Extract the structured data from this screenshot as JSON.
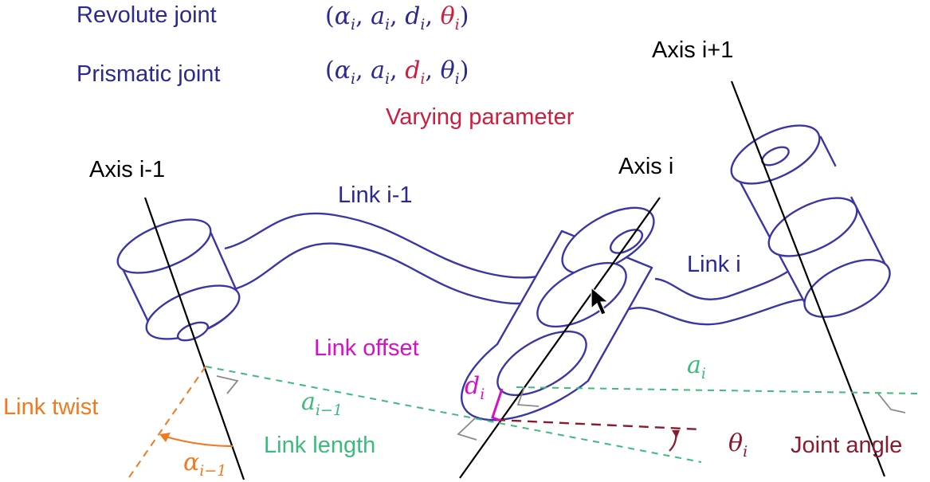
{
  "legend": {
    "revolute_label": "Revolute joint",
    "prismatic_label": "Prismatic joint",
    "params_open": "(",
    "params_close": ")",
    "comma": ", ",
    "alpha": "α",
    "a": "a",
    "d": "d",
    "theta": "θ",
    "sub_i": "i",
    "varying_label": "Varying parameter"
  },
  "labels": {
    "axis_prev": "Axis i-1",
    "axis_curr": "Axis i",
    "axis_next": "Axis i+1",
    "link_prev": "Link i-1",
    "link_curr": "Link i",
    "link_offset": "Link offset",
    "link_twist": "Link twist",
    "link_length": "Link length",
    "joint_angle": "Joint angle"
  },
  "symbols": {
    "d_i": {
      "base": "d",
      "sub": "i"
    },
    "a_i": {
      "base": "a",
      "sub": "i"
    },
    "a_prev": {
      "base": "a",
      "sub": "i−1"
    },
    "alpha_prev": {
      "base": "α",
      "sub": "i−1"
    },
    "theta_i": {
      "base": "θ",
      "sub": "i"
    }
  },
  "colors": {
    "navy": "#2c2a8e",
    "red": "#cc1f3f",
    "magenta": "#d60fc8",
    "orange": "#f07a20",
    "green": "#3cbc7c",
    "dark_red": "#8a1a2e",
    "structure": "#3a36a4"
  }
}
